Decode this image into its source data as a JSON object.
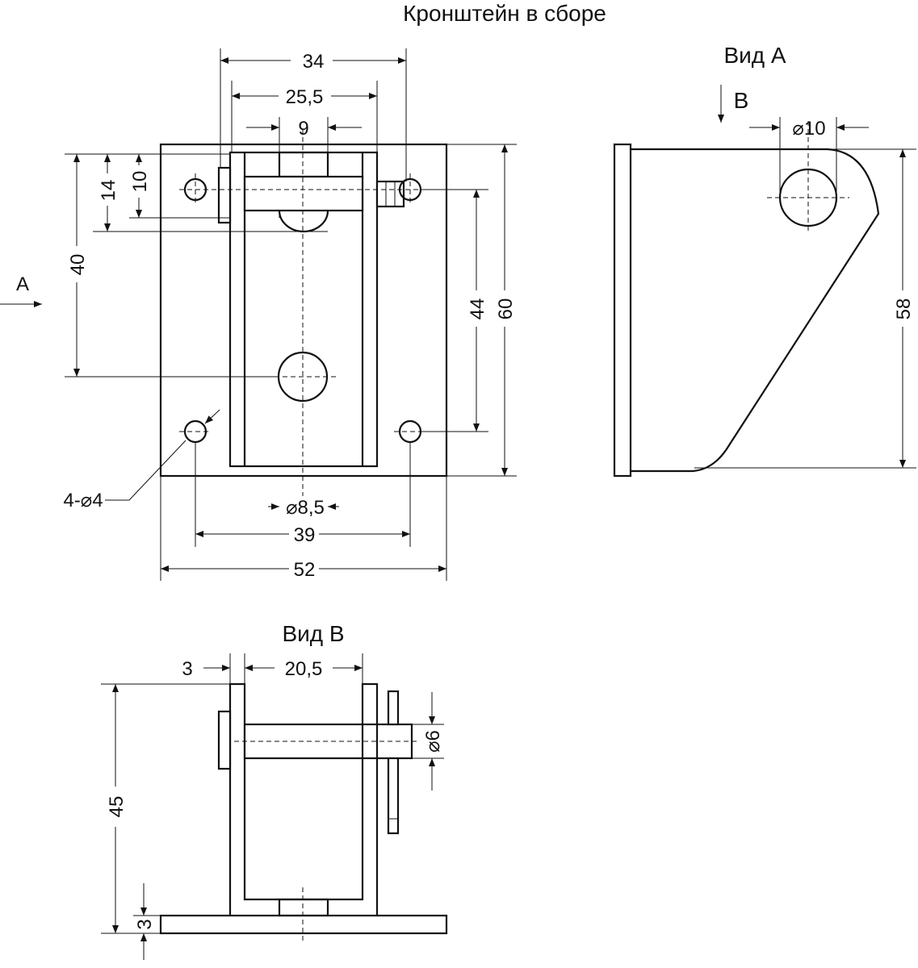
{
  "title": "Кронштейн в сборе",
  "views": {
    "a": "Вид А",
    "b": "Вид В",
    "arrow_a": "А",
    "arrow_b": "В"
  },
  "main_dims": {
    "d34": "34",
    "d25_5": "25,5",
    "d9": "9",
    "d14": "14",
    "d10": "10",
    "d40": "40",
    "d44": "44",
    "d60": "60",
    "d8_5": "⌀8,5",
    "d39": "39",
    "d52": "52",
    "holes": "4-⌀4"
  },
  "view_a_dims": {
    "d10": "⌀10",
    "d58": "58"
  },
  "view_b_dims": {
    "d3_top": "3",
    "d20_5": "20,5",
    "d45": "45",
    "d3_side": "3",
    "d6": "⌀6"
  }
}
